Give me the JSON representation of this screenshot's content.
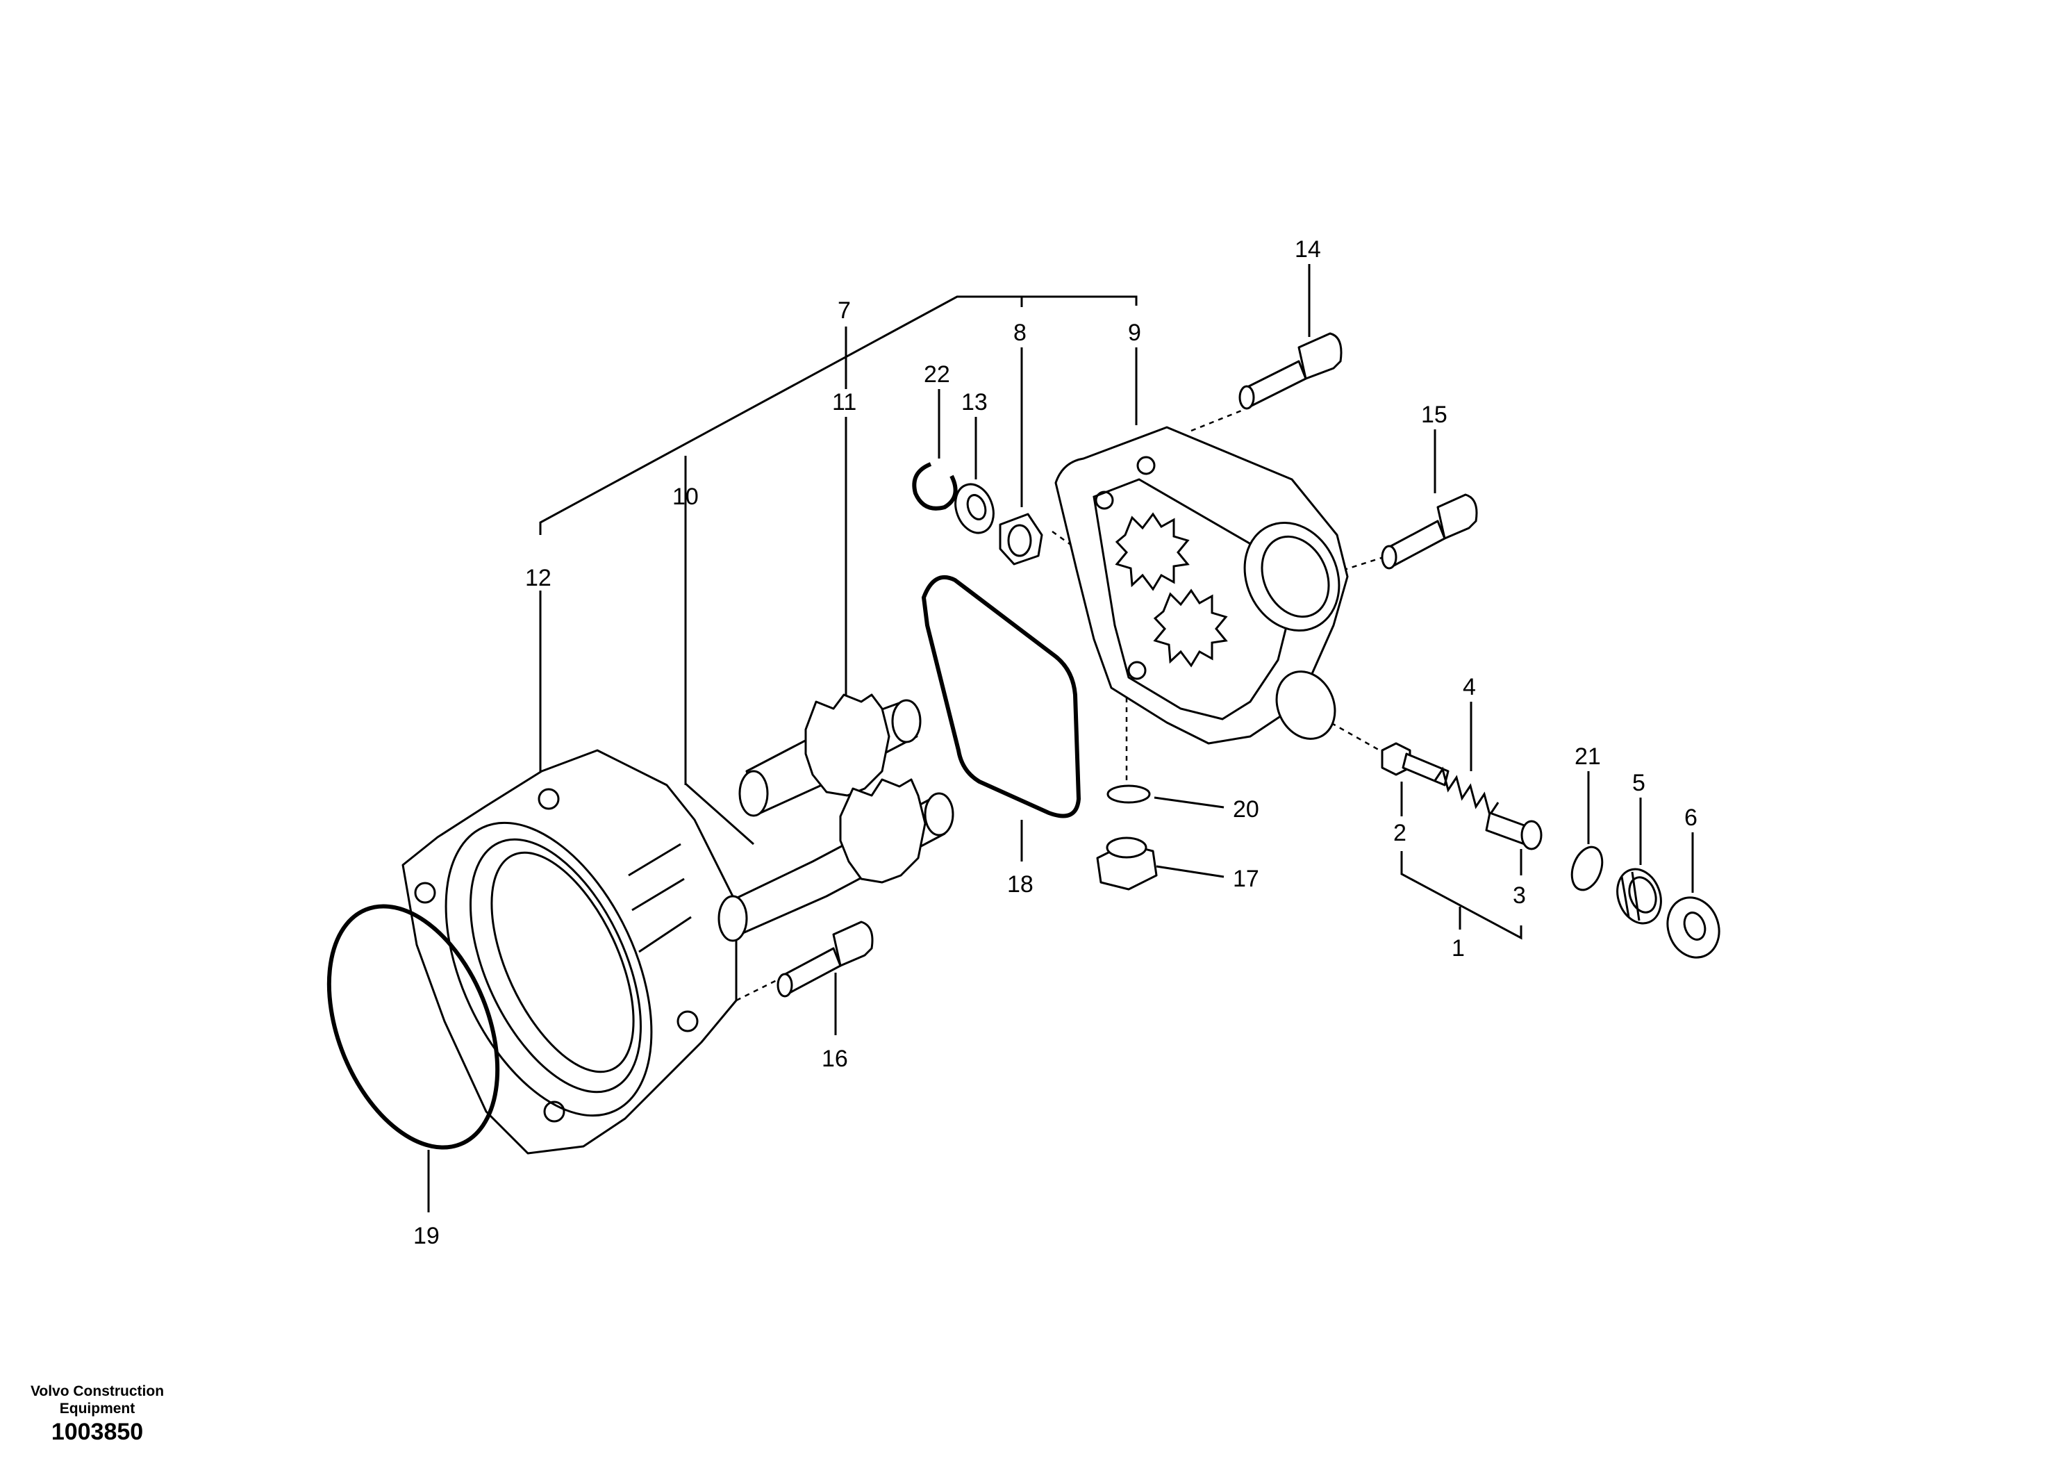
{
  "footer": {
    "company": "Volvo Construction Equipment",
    "code": "1003850"
  },
  "callouts": [
    "1",
    "2",
    "3",
    "4",
    "5",
    "6",
    "7",
    "8",
    "9",
    "10",
    "11",
    "12",
    "13",
    "14",
    "15",
    "16",
    "17",
    "18",
    "19",
    "20",
    "21",
    "22"
  ]
}
